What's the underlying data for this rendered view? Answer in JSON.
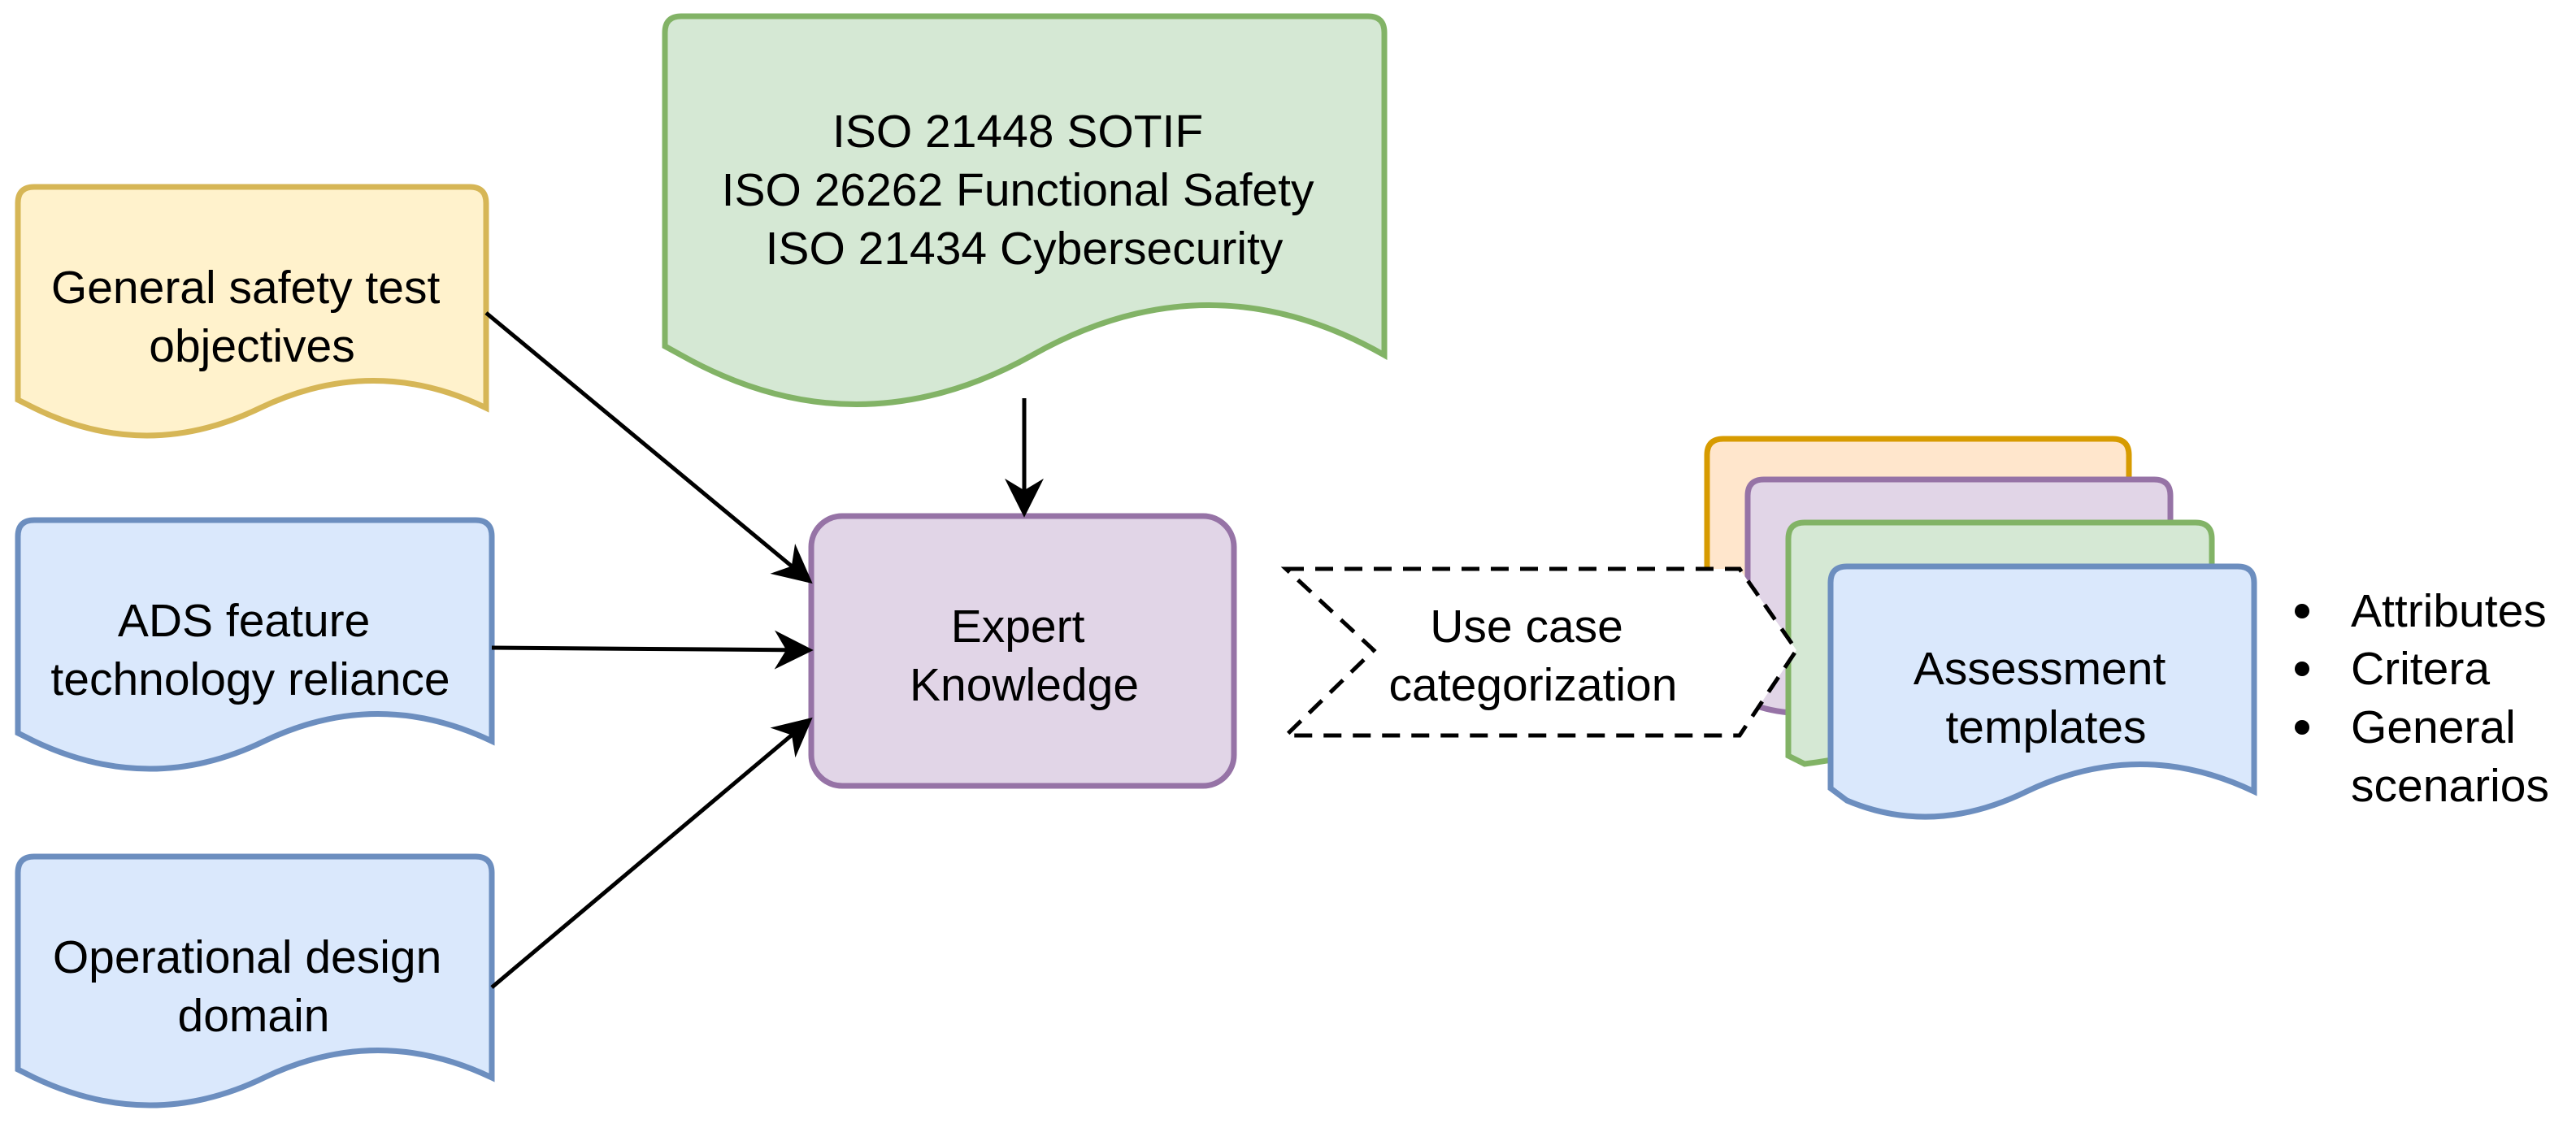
{
  "diagram": {
    "standards": {
      "lines": [
        "ISO 21448 SOTIF",
        "ISO 26262 Functional Safety",
        "ISO 21434 Cybersecurity"
      ],
      "fill": "#d5e8d4",
      "stroke": "#82b366"
    },
    "general_objectives": {
      "lines": [
        "General safety test",
        "objectives"
      ],
      "fill": "#fff2cc",
      "stroke": "#d6b656"
    },
    "ads_feature": {
      "lines": [
        "ADS feature",
        "technology reliance"
      ],
      "fill": "#dae8fc",
      "stroke": "#6c8ebf"
    },
    "odd": {
      "lines": [
        "Operational design",
        "domain"
      ],
      "fill": "#dae8fc",
      "stroke": "#6c8ebf"
    },
    "expert_knowledge": {
      "lines": [
        "Expert",
        "Knowledge"
      ],
      "fill": "#e1d5e7",
      "stroke": "#9673a6"
    },
    "use_case": {
      "lines": [
        "Use case",
        "categorization"
      ]
    },
    "assessment_templates": {
      "lines": [
        "Assessment",
        "templates"
      ],
      "fill": "#dae8fc",
      "stroke": "#6c8ebf"
    },
    "template_stack_layers": [
      {
        "fill": "#ffe6cc",
        "stroke": "#d79b00"
      },
      {
        "fill": "#e1d5e7",
        "stroke": "#9673a6"
      },
      {
        "fill": "#d5e8d4",
        "stroke": "#82b366"
      }
    ],
    "template_contents": [
      "Attributes",
      "Critera",
      "General",
      "scenarios"
    ]
  }
}
